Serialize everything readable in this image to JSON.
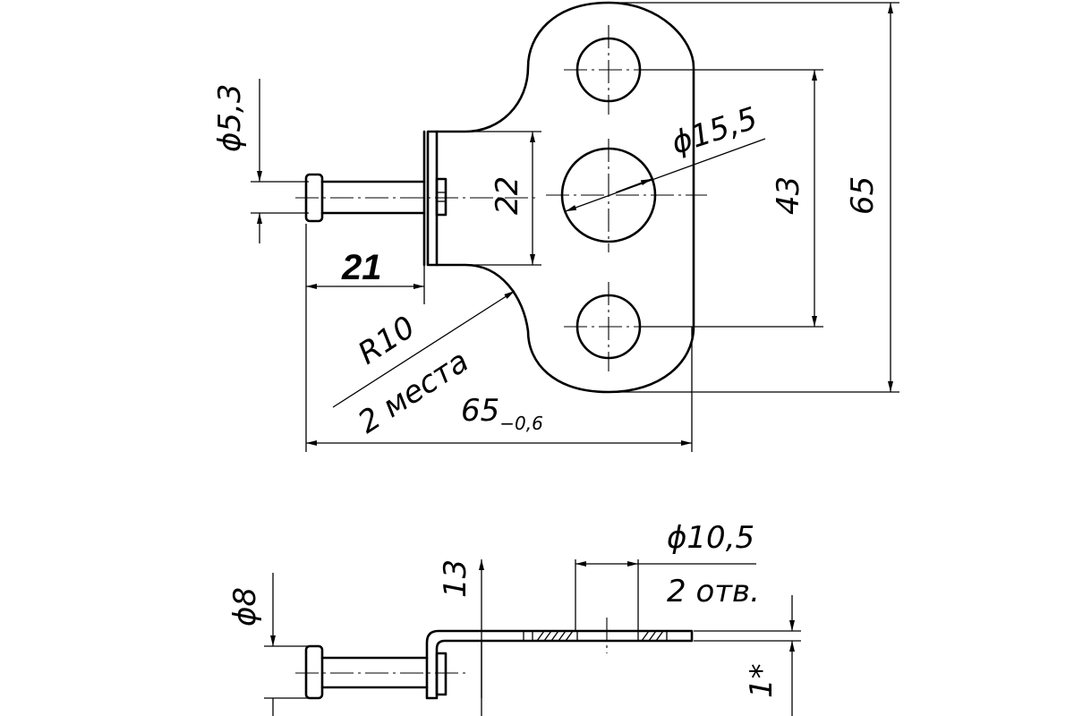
{
  "top_view": {
    "dim_pin_diameter": "ϕ5,3",
    "dim_hole_diameter": "ϕ15,5",
    "dim_bracket_height": "22",
    "dim_hole_spacing": "43",
    "dim_total_height": "65",
    "dim_pin_length": "21",
    "dim_radius": "R10",
    "dim_radius_note": "2 места",
    "dim_total_width_value": "65",
    "dim_total_width_tolerance": "−0,6"
  },
  "side_view": {
    "dim_head_diameter": "ϕ8",
    "dim_offset": "13",
    "dim_small_hole_diameter": "ϕ10,5",
    "dim_small_hole_note": "2 отв.",
    "dim_thickness": "1*"
  },
  "colors": {
    "line": "#000000",
    "background": "#ffffff"
  }
}
